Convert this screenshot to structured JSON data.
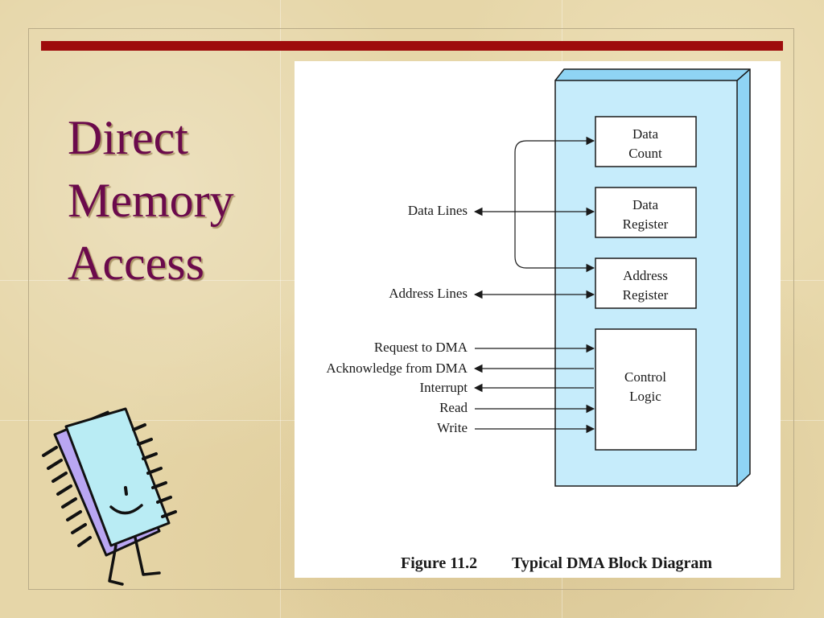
{
  "slide": {
    "title_lines": [
      "Direct",
      "Memory",
      "Access"
    ],
    "accent_color": "#9e0c0c",
    "title_color": "#6b0a4c"
  },
  "diagram": {
    "registers": [
      "Data Count",
      "Data Register",
      "Address Register"
    ],
    "register_lines": [
      [
        "Data",
        "Count"
      ],
      [
        "Data",
        "Register"
      ],
      [
        "Address",
        "Register"
      ]
    ],
    "control_logic_lines": [
      "Control",
      "Logic"
    ],
    "data_lines_label": "Data Lines",
    "address_lines_label": "Address Lines",
    "control_signals": [
      {
        "label": "Request to DMA",
        "direction": "in"
      },
      {
        "label": "Acknowledge from DMA",
        "direction": "out"
      },
      {
        "label": "Interrupt",
        "direction": "out"
      },
      {
        "label": "Read",
        "direction": "in"
      },
      {
        "label": "Write",
        "direction": "in"
      }
    ],
    "box_fill": "#c6ecfb",
    "box_side_fill": "#8fd4f4",
    "caption_number": "Figure 11.2",
    "caption_text": "Typical DMA Block Diagram"
  },
  "mascot": {
    "icon": "smiling-chip-icon",
    "body_color": "#b9ecf4",
    "shadow_color": "#b9a6f2"
  }
}
